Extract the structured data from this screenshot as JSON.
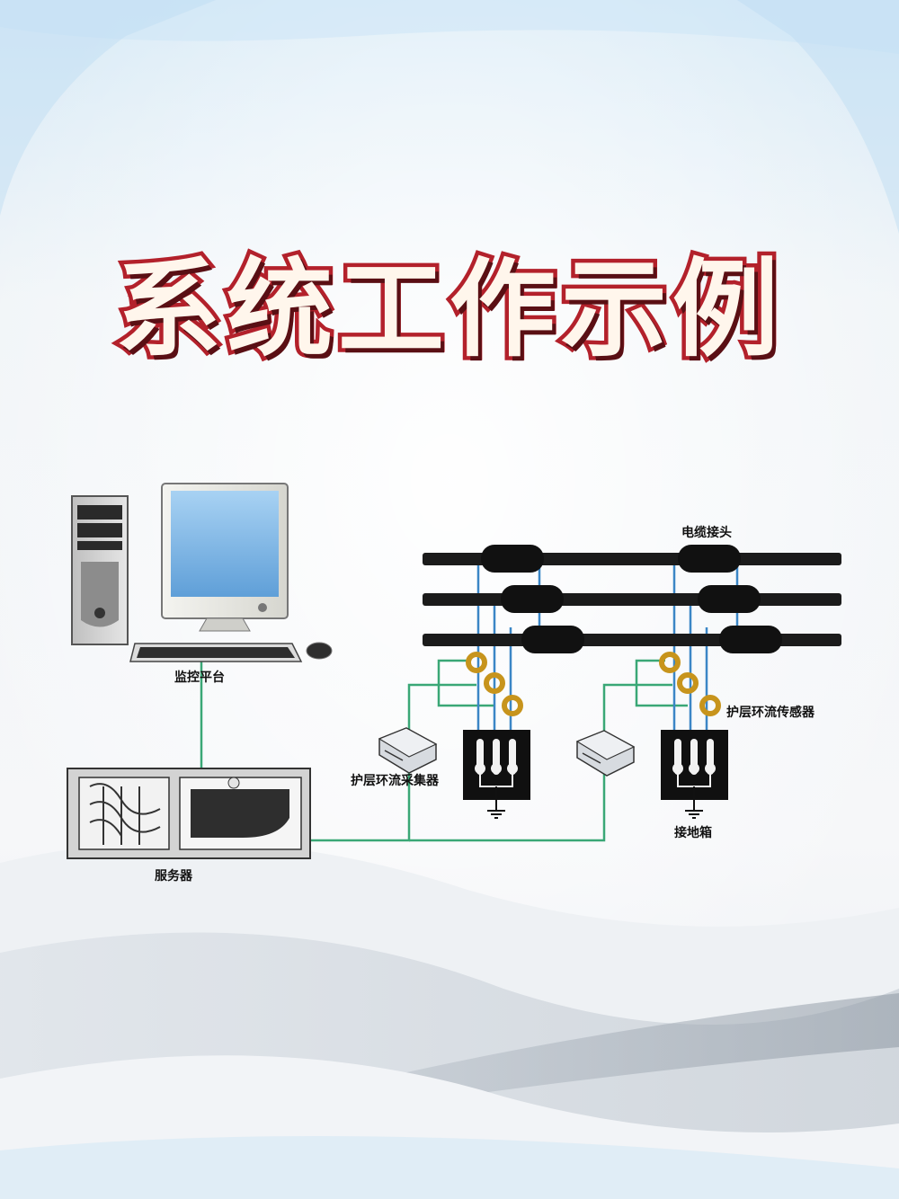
{
  "title": "系统工作示例",
  "labels": {
    "monitor_platform": "监控平台",
    "server": "服务器",
    "cable_joint": "电缆接头",
    "sheath_sensor": "护层环流传感器",
    "sheath_collector": "护层环流采集器",
    "grounding_box": "接地箱"
  },
  "colors": {
    "title_fill": "#fff6ec",
    "title_stroke": "#b3212b",
    "wire_green": "#3aa776",
    "wire_blue": "#3b86c6",
    "cable": "#1b1b1b",
    "sensor_ring": "#c7941c"
  }
}
